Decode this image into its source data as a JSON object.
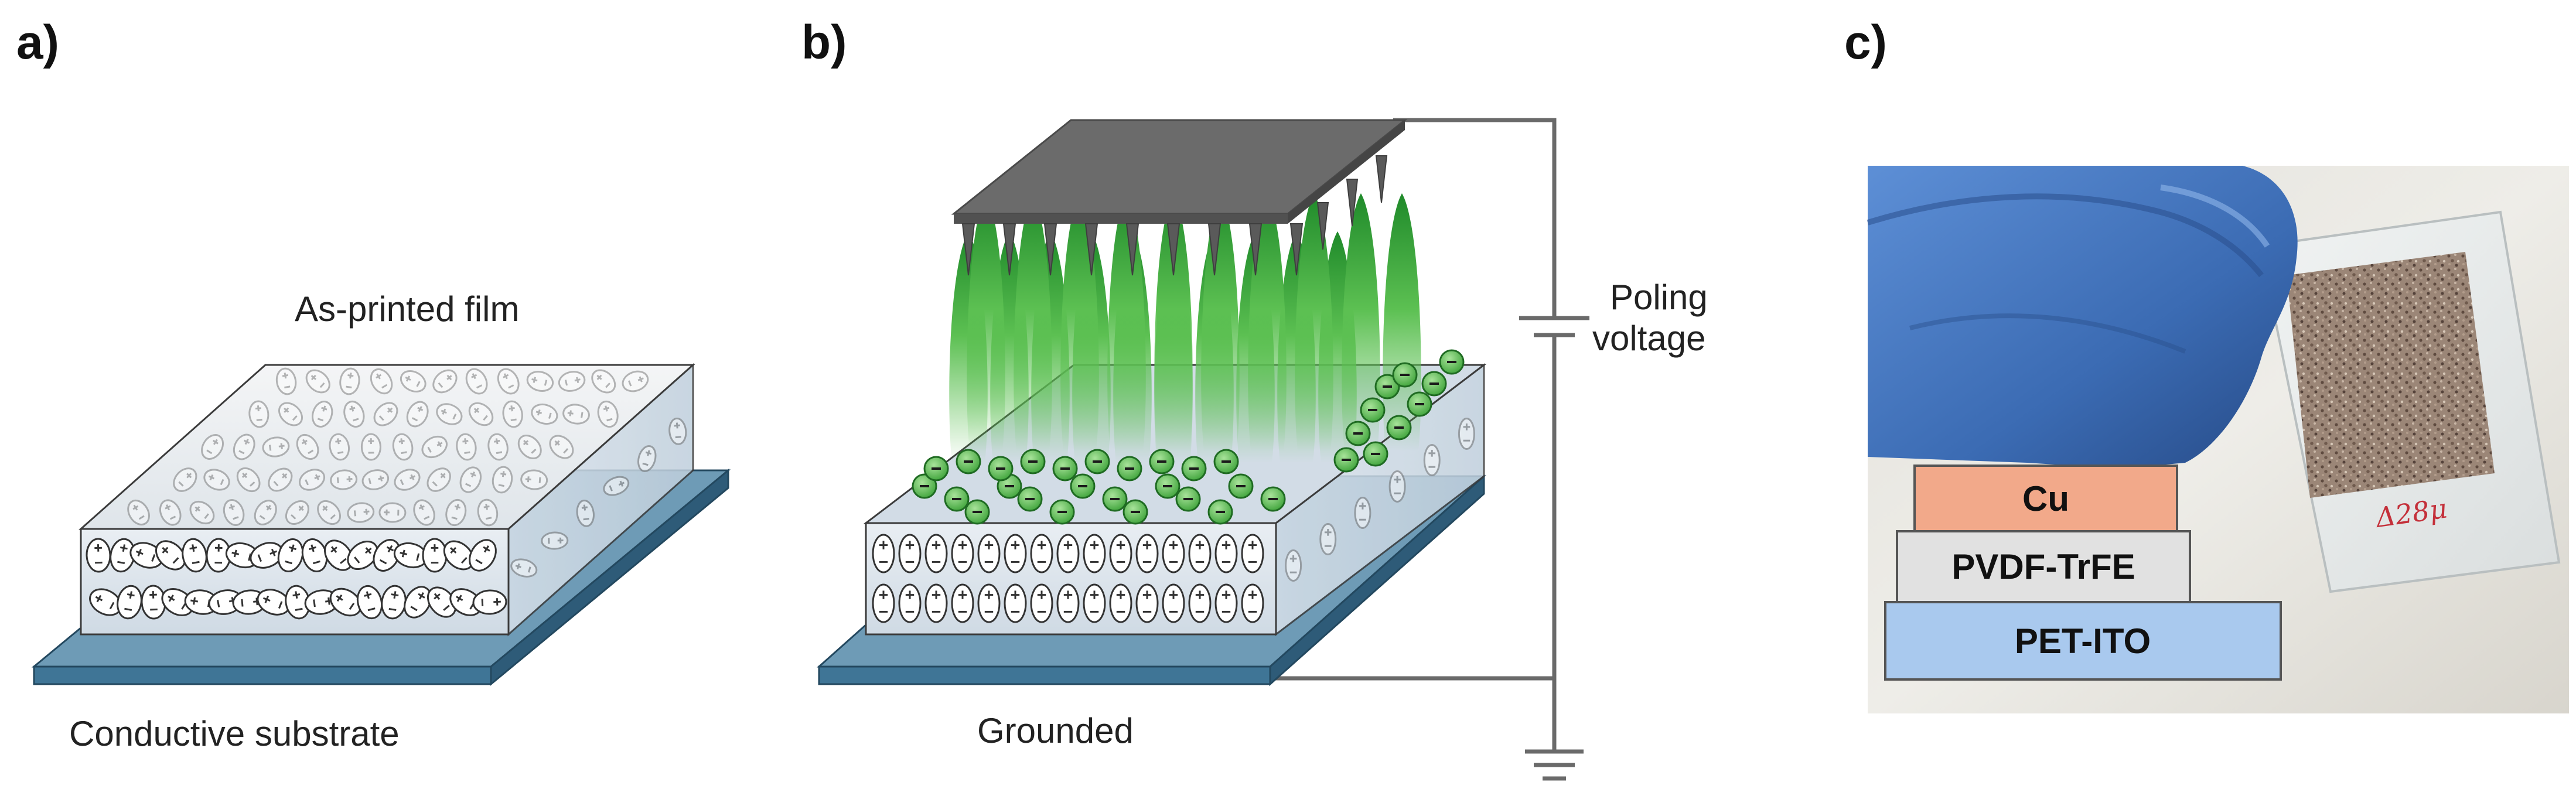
{
  "panels": {
    "a": {
      "label": "a)",
      "film_label": "As-printed film",
      "substrate_label": "Conductive substrate"
    },
    "b": {
      "label": "b)",
      "source_label_line1": "Poling",
      "source_label_line2": "voltage",
      "ground_label": "Grounded"
    },
    "c": {
      "label": "c)",
      "sample_marking": "Δ28μ",
      "layers": [
        {
          "name": "Cu",
          "color": "#f2a98a"
        },
        {
          "name": "PVDF-TrFE",
          "color": "#e1e1e1"
        },
        {
          "name": "PET-ITO",
          "color": "#a9c9ee"
        }
      ]
    }
  },
  "colors": {
    "substrate": "#3f7596",
    "needle_plate": "#6b6b6b",
    "plume": "#3aa535",
    "ion": "#62bf52",
    "glove": "#3b6bb3"
  }
}
